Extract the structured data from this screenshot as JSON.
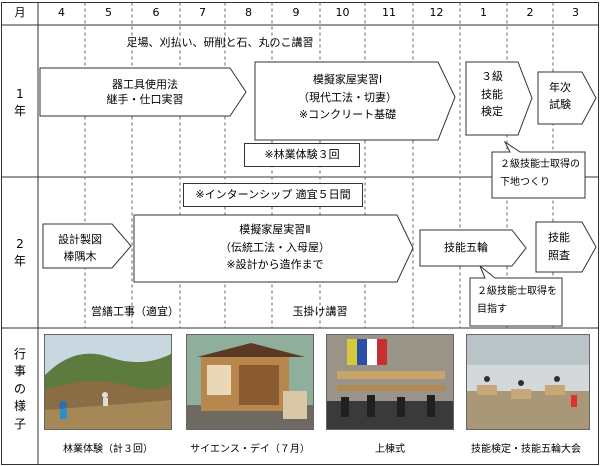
{
  "header": {
    "month_label": "月",
    "months": [
      "4",
      "5",
      "6",
      "7",
      "8",
      "9",
      "10",
      "11",
      "12",
      "1",
      "2",
      "3"
    ]
  },
  "rows": {
    "year1_label": [
      "1",
      "年"
    ],
    "year2_label": [
      "2",
      "年"
    ],
    "events_label": [
      "行",
      "事",
      "の",
      "様",
      "子"
    ]
  },
  "year1": {
    "top_note": "足場、刈払い、研削と石、丸のこ講習",
    "tools": [
      "器工具使用法",
      "継手・仕口実習"
    ],
    "model1": [
      "模擬家屋実習Ⅰ",
      "（現代工法・切妻）",
      "※コンクリート基礎"
    ],
    "level3": [
      "３級",
      "技能",
      "検定"
    ],
    "final_exam": [
      "年次",
      "試験"
    ],
    "forestry": "※林業体験３回",
    "level2_prep": [
      "２級技能士取得の",
      "下地つくり"
    ]
  },
  "year2": {
    "internship": "※インターンシップ 適宜５日間",
    "drafting": [
      "設計製図",
      "棒隅木"
    ],
    "model2": [
      "模擬家屋実習Ⅱ",
      "（伝統工法・入母屋）",
      "※設計から造作まで"
    ],
    "skills_olympics": "技能五輪",
    "skills_check": [
      "技能",
      "照査"
    ],
    "level2_goal": [
      "２級技能士取得を",
      "目指す"
    ],
    "repair": "営繕工事（適宜）",
    "tamagake": "玉掛け講習"
  },
  "events": {
    "captions": [
      "林業体験（計３回）",
      "サイエンス・デイ（７月）",
      "上棟式",
      "技能検定・技能五輪大会"
    ]
  },
  "colors": {
    "arrow_fill": "#ffffff",
    "stroke": "#333333"
  }
}
